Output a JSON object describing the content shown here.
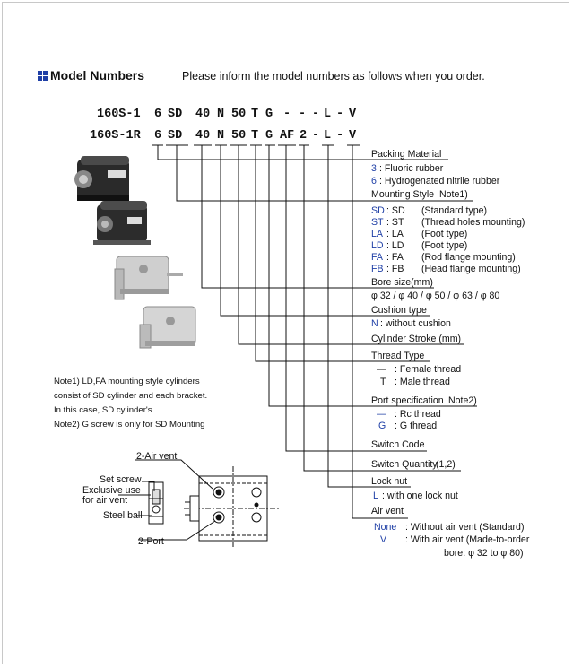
{
  "header": {
    "title": "Model Numbers",
    "subtitle": "Please inform the model numbers as follows when you order."
  },
  "model_line1": {
    "prefix": "160S-1",
    "parts": [
      "6",
      "SD",
      "40",
      "N",
      "50",
      "T",
      "G",
      "-",
      "-",
      "-",
      "L",
      "-",
      "V"
    ]
  },
  "model_line2": {
    "prefix": "160S-1R",
    "parts": [
      "6",
      "SD",
      "40",
      "N",
      "50",
      "T",
      "G",
      "AF",
      "2",
      "-",
      "L",
      "-",
      "V"
    ]
  },
  "packing": {
    "title": "Packing Material",
    "options": [
      {
        "code": "3",
        "desc": ": Fluoric rubber"
      },
      {
        "code": "6",
        "desc": ": Hydrogenated nitrile rubber"
      }
    ]
  },
  "mounting": {
    "title": "Mounting Style",
    "note": "Note1)",
    "options": [
      {
        "code": "SD",
        "abbr": ": SD",
        "desc": "(Standard type)"
      },
      {
        "code": "ST",
        "abbr": ": ST",
        "desc": "(Thread holes mounting)"
      },
      {
        "code": "LA",
        "abbr": ": LA",
        "desc": "(Foot type)"
      },
      {
        "code": "LD",
        "abbr": ": LD",
        "desc": "(Foot type)"
      },
      {
        "code": "FA",
        "abbr": ": FA",
        "desc": "(Rod flange mounting)"
      },
      {
        "code": "FB",
        "abbr": ": FB",
        "desc": "(Head flange mounting)"
      }
    ]
  },
  "bore": {
    "title": "Bore size(mm)",
    "values": "φ 32 / φ 40 / φ 50 / φ 63 / φ 80"
  },
  "cushion": {
    "title": "Cushion type",
    "code": "N",
    "desc": ": without cushion"
  },
  "stroke": {
    "title": "Cylinder Stroke (mm)"
  },
  "thread": {
    "title": "Thread Type",
    "options": [
      {
        "code": "—",
        "desc": ": Female thread"
      },
      {
        "code": "T",
        "desc": ": Male thread"
      }
    ]
  },
  "port": {
    "title": "Port specification",
    "note": "Note2)",
    "options": [
      {
        "code": "—",
        "desc": ": Rc thread"
      },
      {
        "code": "G",
        "desc": ": G thread"
      }
    ]
  },
  "switch_code": {
    "title": "Switch Code"
  },
  "switch_qty": {
    "title": "Switch Quantity",
    "values": "(1,2)"
  },
  "locknut": {
    "title": "Lock nut",
    "code": "L",
    "desc": ": with one lock nut"
  },
  "airvent": {
    "title": "Air vent",
    "options": [
      {
        "code": "None",
        "desc": ": Without air vent (Standard)"
      },
      {
        "code": "V",
        "desc": ": With air vent (Made-to-order"
      }
    ],
    "extra": "bore: φ 32 to φ 80)"
  },
  "notes": [
    "Note1) LD,FA mounting style cylinders",
    "consist of SD cylinder and each bracket.",
    "In this case, SD cylinder's.",
    "Note2) G screw is only for SD Mounting"
  ],
  "drawing": {
    "air_vent": "2-Air vent",
    "set_screw": "Set screw",
    "exclusive": "Exclusive use",
    "for_air_vent": "for air vent",
    "steel_ball": "Steel ball",
    "port": "2-Port"
  },
  "colors": {
    "accent": "#1f3fa6"
  }
}
